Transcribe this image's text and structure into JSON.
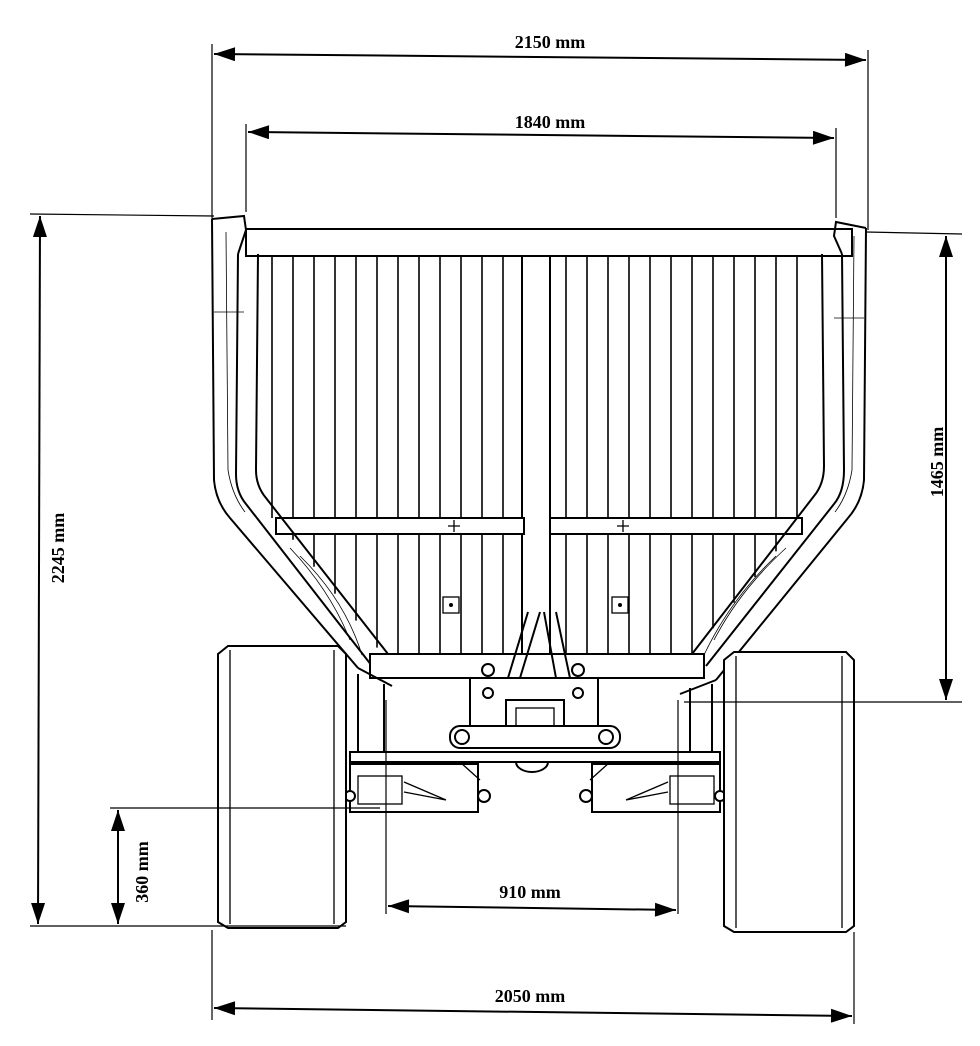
{
  "dimensions": {
    "overall_width": "2150 mm",
    "body_width": "1840 mm",
    "overall_height": "2245 mm",
    "body_height": "1465 mm",
    "ground_clearance": "360 mm",
    "inner_track": "910 mm",
    "outer_track": "2050 mm"
  }
}
